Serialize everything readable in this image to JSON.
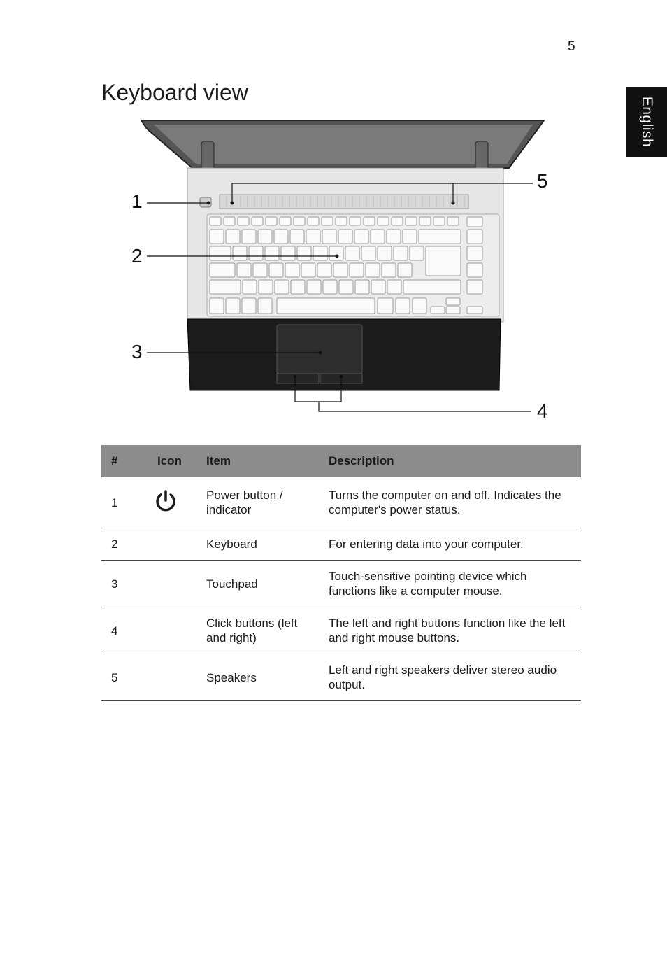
{
  "page": {
    "number": "5",
    "language_tab": "English",
    "title": "Keyboard view"
  },
  "figure": {
    "callouts": [
      "1",
      "2",
      "3",
      "4",
      "5"
    ]
  },
  "table": {
    "headers": {
      "num": "#",
      "icon": "Icon",
      "item": "Item",
      "description": "Description"
    },
    "rows": [
      {
        "num": "1",
        "icon": "power-icon",
        "item": "Power button / indicator",
        "description": "Turns the computer on and off. Indicates the computer's power status."
      },
      {
        "num": "2",
        "icon": "",
        "item": "Keyboard",
        "description": "For entering data into your computer."
      },
      {
        "num": "3",
        "icon": "",
        "item": "Touchpad",
        "description": "Touch-sensitive pointing device which functions like a computer mouse."
      },
      {
        "num": "4",
        "icon": "",
        "item": "Click buttons (left and right)",
        "description": "The left and right buttons function like the left and right mouse buttons."
      },
      {
        "num": "5",
        "icon": "",
        "item": "Speakers",
        "description": "Left and right speakers deliver stereo audio output."
      }
    ]
  }
}
